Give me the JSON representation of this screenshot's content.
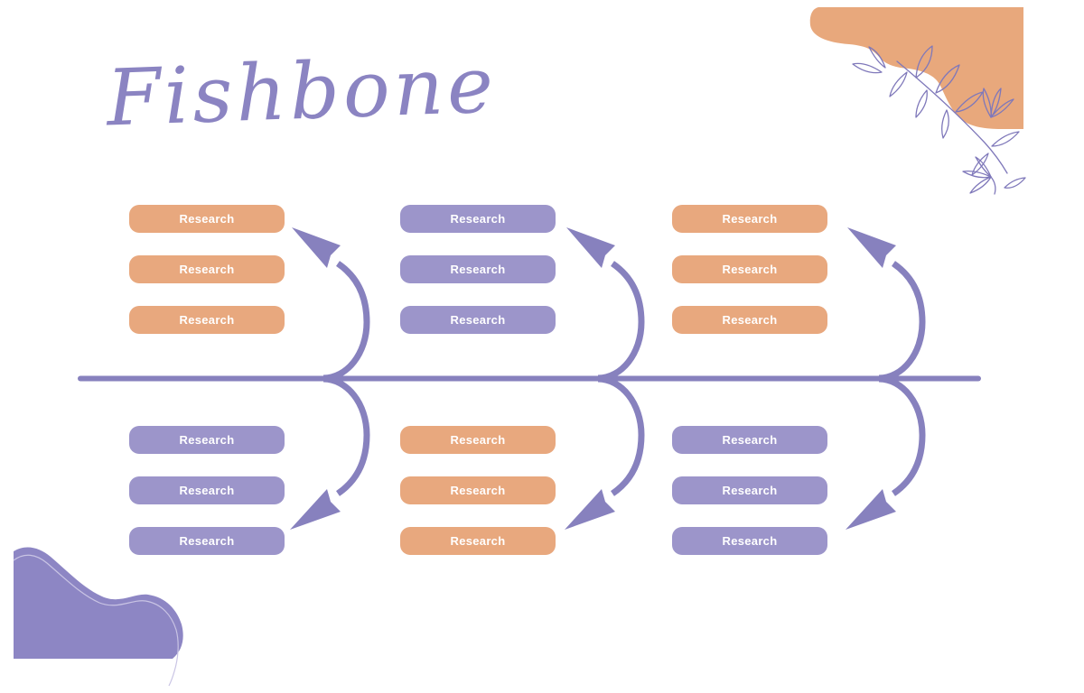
{
  "title": "Fishbone",
  "colors": {
    "orange": "#E8A87E",
    "purple": "#9C95CA",
    "skeleton": "#8781BE",
    "title_text": "#8B84C2",
    "corner_orange": "#E8A87C",
    "corner_purple": "#8D86C4",
    "floral_stroke": "#7F78BA",
    "blob_outline": "#C9C4E4"
  },
  "diagram": {
    "groups": [
      {
        "id": "top-left",
        "variant": "orange",
        "items": [
          "Research",
          "Research",
          "Research"
        ]
      },
      {
        "id": "top-center",
        "variant": "purple",
        "items": [
          "Research",
          "Research",
          "Research"
        ]
      },
      {
        "id": "top-right",
        "variant": "orange",
        "items": [
          "Research",
          "Research",
          "Research"
        ]
      },
      {
        "id": "bottom-left",
        "variant": "purple",
        "items": [
          "Research",
          "Research",
          "Research"
        ]
      },
      {
        "id": "bottom-center",
        "variant": "orange",
        "items": [
          "Research",
          "Research",
          "Research"
        ]
      },
      {
        "id": "bottom-right",
        "variant": "purple",
        "items": [
          "Research",
          "Research",
          "Research"
        ]
      }
    ]
  }
}
